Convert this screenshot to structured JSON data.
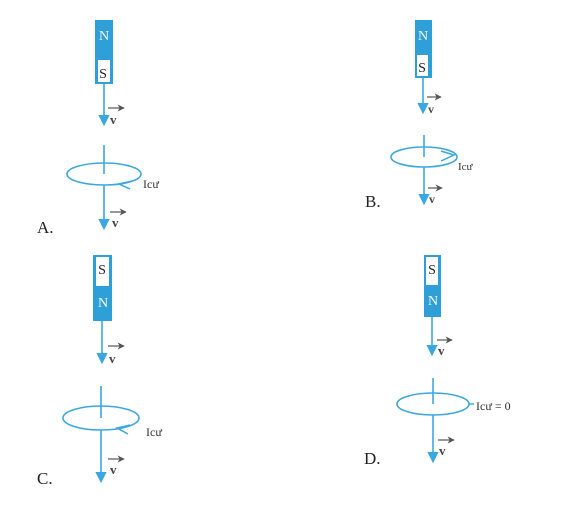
{
  "panels": {
    "a": {
      "option": "A.",
      "pole_top": "N",
      "pole_bottom": "S",
      "velocity_magnet": "v",
      "velocity_loop": "v",
      "current_label": "Icư"
    },
    "b": {
      "option": "B.",
      "pole_top": "N",
      "pole_bottom": "S",
      "velocity_magnet": "v",
      "velocity_loop": "v",
      "current_label": "Icư"
    },
    "c": {
      "option": "C.",
      "pole_top": "S",
      "pole_bottom": "N",
      "velocity_magnet": "v",
      "velocity_loop": "v",
      "current_label": "Icư"
    },
    "d": {
      "option": "D.",
      "pole_top": "S",
      "pole_bottom": "N",
      "velocity_magnet": "v",
      "velocity_loop": "v",
      "current_label": "Icư = 0"
    }
  },
  "colors": {
    "magnet_blue": "#2f9fd8",
    "line_blue": "#3aa8e0",
    "arrow_gray": "#555555"
  }
}
